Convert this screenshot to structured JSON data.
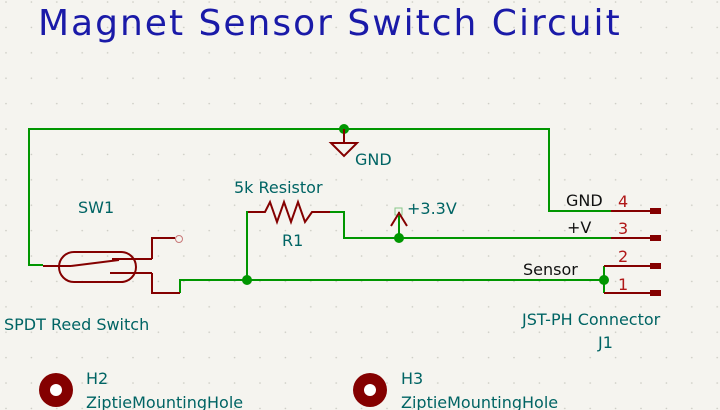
{
  "title": "Magnet Sensor Switch Circuit",
  "colors": {
    "background": "#f5f4ef",
    "wire": "#009600",
    "symbol": "#840000",
    "reference_text": "#006464",
    "title_text": "#1a1aa8",
    "pin_number": "#b01818",
    "net_label": "#111111"
  },
  "components": {
    "sw1": {
      "ref": "SW1",
      "value": "SPDT Reed Switch"
    },
    "r1": {
      "ref": "R1",
      "value": "5k Resistor"
    },
    "j1": {
      "ref": "J1",
      "value": "JST-PH Connector",
      "pins": [
        {
          "number": "4",
          "name": "GND"
        },
        {
          "number": "3",
          "name": "+V"
        },
        {
          "number": "2",
          "name": ""
        },
        {
          "number": "1",
          "name": ""
        }
      ]
    },
    "h2": {
      "ref": "H2",
      "value": "ZiptieMountingHole"
    },
    "h3": {
      "ref": "H3",
      "value": "ZiptieMountingHole"
    }
  },
  "power": {
    "gnd": {
      "label": "GND"
    },
    "vcc": {
      "label": "+3.3V"
    }
  },
  "net_labels": {
    "sensor": "Sensor"
  }
}
